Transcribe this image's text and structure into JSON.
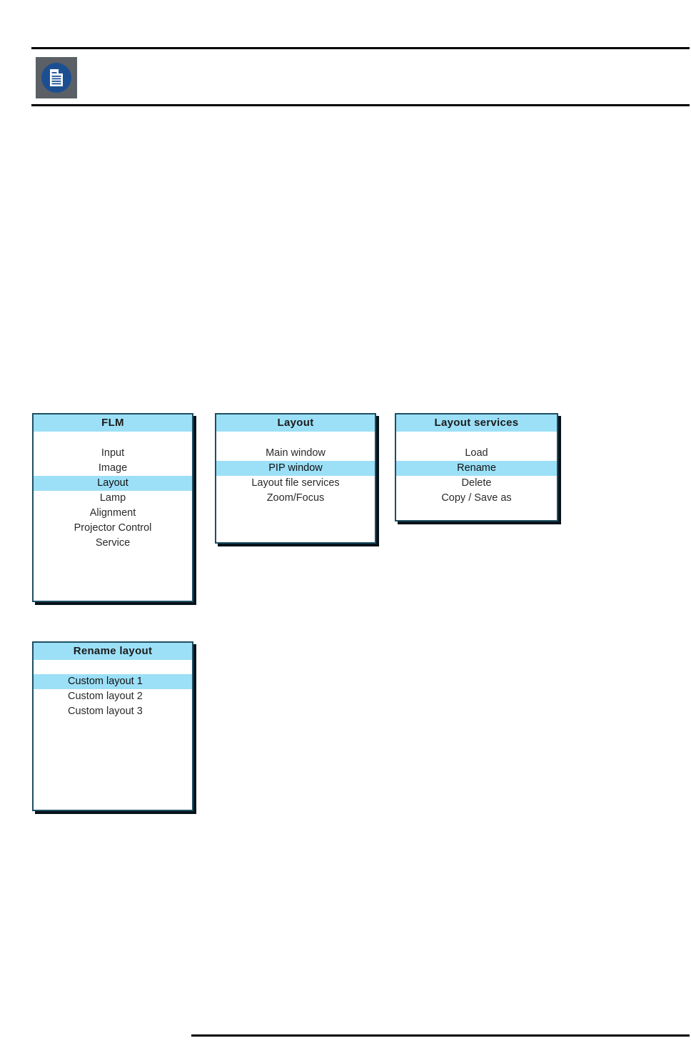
{
  "page": {
    "note_icon": "document-note-icon",
    "icon_colors": {
      "background": "#5a6066",
      "circle": "#1b4f91",
      "page": "#ffffff"
    },
    "rule_color": "#000000"
  },
  "osd": {
    "colors": {
      "highlight": "#9ce0f7",
      "border": "#1d4f63",
      "shadow": "#08121a",
      "background": "#ffffff",
      "text": "#2a2a2a"
    },
    "menus": [
      {
        "id": "flm",
        "title": "FLM",
        "items": [
          {
            "label": "Input",
            "selected": false,
            "align": "center"
          },
          {
            "label": "Image",
            "selected": false,
            "align": "center"
          },
          {
            "label": "Layout",
            "selected": true,
            "align": "center"
          },
          {
            "label": "Lamp",
            "selected": false,
            "align": "center"
          },
          {
            "label": "Alignment",
            "selected": false,
            "align": "center"
          },
          {
            "label": "Projector Control",
            "selected": false,
            "align": "center"
          },
          {
            "label": "Service",
            "selected": false,
            "align": "center"
          }
        ]
      },
      {
        "id": "layout",
        "title": "Layout",
        "items": [
          {
            "label": "Main window",
            "selected": false,
            "align": "center"
          },
          {
            "label": "PIP window",
            "selected": true,
            "align": "center"
          },
          {
            "label": "Layout file services",
            "selected": false,
            "align": "center"
          },
          {
            "label": "Zoom/Focus",
            "selected": false,
            "align": "center"
          }
        ]
      },
      {
        "id": "layout-services",
        "title": "Layout services",
        "items": [
          {
            "label": "Load",
            "selected": false,
            "align": "center"
          },
          {
            "label": "Rename",
            "selected": true,
            "align": "center"
          },
          {
            "label": "Delete",
            "selected": false,
            "align": "center"
          },
          {
            "label": "Copy / Save as",
            "selected": false,
            "align": "center"
          }
        ]
      },
      {
        "id": "rename-layout",
        "title": "Rename layout",
        "items": [
          {
            "label": "Custom layout 1",
            "selected": true,
            "align": "left"
          },
          {
            "label": "Custom layout 2",
            "selected": false,
            "align": "left"
          },
          {
            "label": "Custom layout 3",
            "selected": false,
            "align": "left"
          }
        ]
      }
    ]
  }
}
